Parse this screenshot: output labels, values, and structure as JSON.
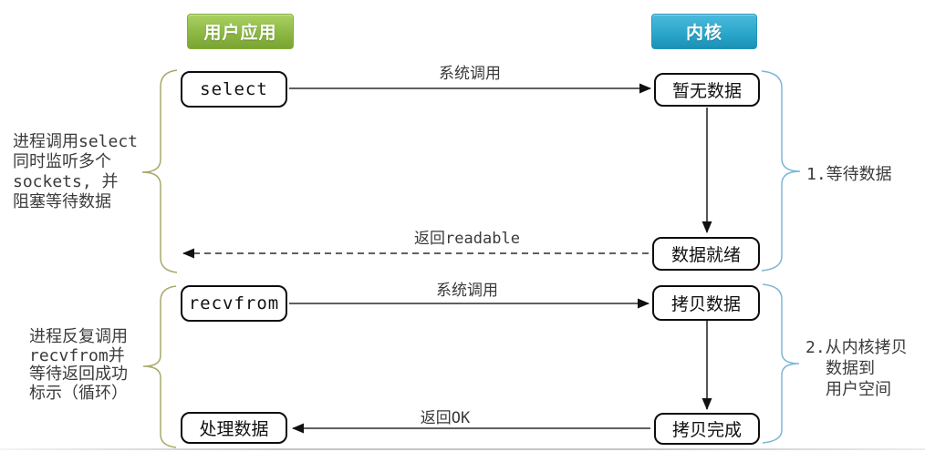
{
  "headers": {
    "user_app": "用户应用",
    "kernel": "内核"
  },
  "nodes": {
    "select": "select",
    "no_data": "暂无数据",
    "data_ready": "数据就绪",
    "recvfrom": "recvfrom",
    "copy_data": "拷贝数据",
    "copy_done": "拷贝完成",
    "process_data": "处理数据"
  },
  "edges": {
    "syscall_1": "系统调用",
    "return_readable": "返回readable",
    "syscall_2": "系统调用",
    "return_ok": "返回OK"
  },
  "annotations": {
    "left_note_1": {
      "lines": [
        "进程调用select",
        "同时监听多个",
        "sockets, 并",
        "阻塞等待数据"
      ]
    },
    "left_note_2": {
      "lines": [
        "进程反复调用",
        "recvfrom并",
        "等待返回成功",
        "标示（循环）"
      ]
    },
    "right_note_1": "1.等待数据",
    "right_note_2": {
      "lines": [
        "2.从内核拷贝",
        "数据到",
        "用户空间"
      ]
    }
  },
  "colors": {
    "user_app_green": "#8CB843",
    "kernel_blue": "#2BA7CB",
    "brace_olive": "#A8A86B",
    "brace_blue": "#7CB6D6",
    "arrow": "#2B2B2B"
  }
}
